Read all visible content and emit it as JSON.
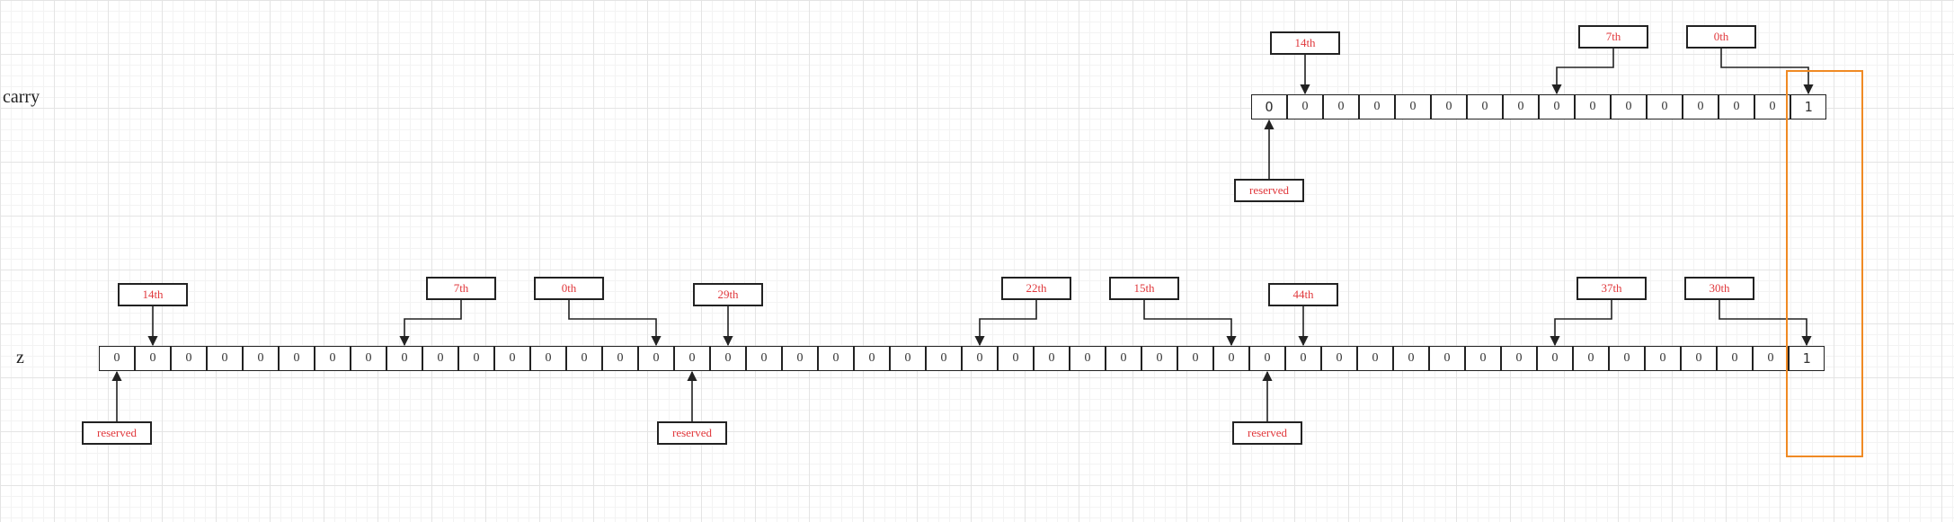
{
  "carry": {
    "label": "carry",
    "cells": [
      "O",
      "0",
      "0",
      "0",
      "0",
      "0",
      "0",
      "0",
      "0",
      "0",
      "0",
      "0",
      "0",
      "0",
      "0",
      "1"
    ],
    "labels_above": [
      {
        "text": "14th",
        "index": 1
      },
      {
        "text": "7th",
        "index": 8
      },
      {
        "text": "0th",
        "index": 15
      }
    ],
    "labels_below": [
      {
        "text": "reserved",
        "index": 0
      }
    ]
  },
  "z": {
    "label": "z",
    "cells": [
      "0",
      "0",
      "0",
      "0",
      "0",
      "0",
      "0",
      "0",
      "0",
      "0",
      "0",
      "0",
      "0",
      "0",
      "0",
      "0",
      "0",
      "0",
      "0",
      "0",
      "0",
      "0",
      "0",
      "0",
      "0",
      "0",
      "0",
      "0",
      "0",
      "0",
      "0",
      "0",
      "0",
      "0",
      "0",
      "0",
      "0",
      "0",
      "0",
      "0",
      "0",
      "0",
      "0",
      "0",
      "0",
      "0",
      "0",
      "1"
    ],
    "labels_above": [
      {
        "text": "14th",
        "index": 1
      },
      {
        "text": "7th",
        "index": 8
      },
      {
        "text": "0th",
        "index": 15
      },
      {
        "text": "29th",
        "index": 17
      },
      {
        "text": "22th",
        "index": 24
      },
      {
        "text": "15th",
        "index": 31
      },
      {
        "text": "44th",
        "index": 33
      },
      {
        "text": "37th",
        "index": 40
      },
      {
        "text": "30th",
        "index": 47
      }
    ],
    "labels_below": [
      {
        "text": "reserved",
        "index": 0
      },
      {
        "text": "reserved",
        "index": 16
      },
      {
        "text": "reserved",
        "index": 32
      }
    ]
  },
  "colors": {
    "label_text": "#e0383c",
    "highlight": "#f08a24",
    "line": "#222222"
  }
}
